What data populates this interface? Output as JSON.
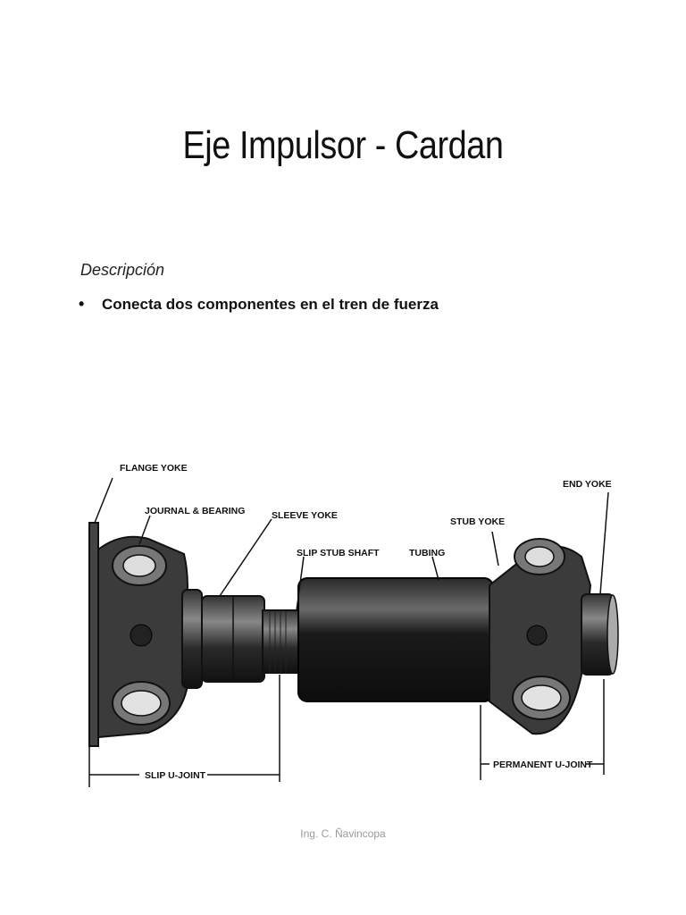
{
  "slide": {
    "title": "Eje Impulsor - Cardan",
    "section_label": "Descripción",
    "bullets": [
      "Conecta dos componentes en el tren de fuerza"
    ],
    "footer": "Ing. C. Ñavincopa"
  },
  "figure": {
    "labels": {
      "flange_yoke": "FLANGE YOKE",
      "journal_bearing": "JOURNAL & BEARING",
      "sleeve_yoke": "SLEEVE YOKE",
      "slip_stub_shaft": "SLIP STUB SHAFT",
      "tubing": "TUBING",
      "stub_yoke": "STUB YOKE",
      "end_yoke": "END YOKE",
      "slip_u_joint": "SLIP U-JOINT",
      "permanent_u_joint": "PERMANENT U-JOINT"
    }
  }
}
